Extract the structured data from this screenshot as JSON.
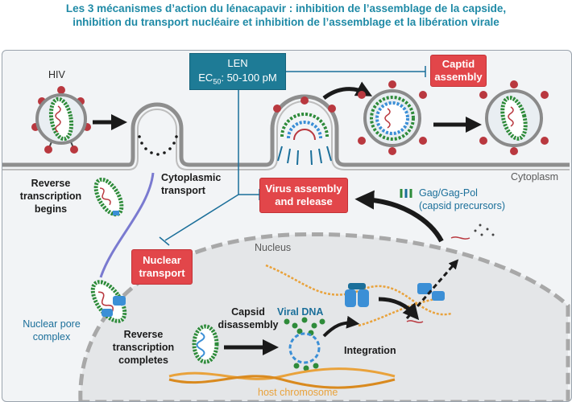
{
  "title": {
    "line1": "Les 3 mécanismes d’action du lénacapavir : inhibition de l’assemblage de la capside,",
    "line2": "inhibition du transport nucléaire et inhibition de l’assemblage et la libération virale"
  },
  "len_box": {
    "name": "LEN",
    "ec50_prefix": "EC",
    "ec50_sub": "50",
    "ec50_value": ": 50-100 pM"
  },
  "inhibited_steps": {
    "captid_assembly": {
      "line1": "Captid",
      "line2": "assembly"
    },
    "virus_assembly": {
      "line1": "Virus assembly",
      "line2": "and release"
    },
    "nuclear_transport": {
      "line1": "Nuclear",
      "line2": "transport"
    }
  },
  "labels": {
    "hiv": "HIV",
    "cytoplasmic_transport": {
      "line1": "Cytoplasmic",
      "line2": "transport"
    },
    "reverse_transcription_begins": {
      "line1": "Reverse",
      "line2": "transcription",
      "line3": "begins"
    },
    "cytoplasm": "Cytoplasm",
    "nucleus": "Nucleus",
    "nuclear_pore_complex": {
      "line1": "Nuclear pore",
      "line2": "complex"
    },
    "reverse_transcription_completes": {
      "line1": "Reverse",
      "line2": "transcription",
      "line3": "completes"
    },
    "capsid_disassembly": {
      "line1": "Capsid",
      "line2": "disassembly"
    },
    "viral_dna": "Viral DNA",
    "integration": "Integration",
    "host_chromosome": "host chromosome",
    "gag_gagpol": {
      "line1": "Gag/Gag-Pol",
      "line2": "(capsid precursors)"
    }
  },
  "colors": {
    "title": "#1f8aa6",
    "len_box": "#1e7b96",
    "inhibited_step": "#e2464a",
    "capsid": "#2e8b3a",
    "spike": "#b9383f",
    "membrane": "#8e8e8e",
    "nuclear_pore": "#3b8fd6",
    "host_chromosome": "#e9a23b"
  }
}
